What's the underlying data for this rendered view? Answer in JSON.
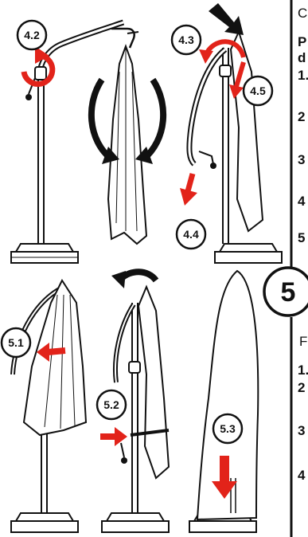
{
  "steps": {
    "s4_2": "4.2",
    "s4_3": "4.3",
    "s4_4": "4.4",
    "s4_5": "4.5",
    "s5_1": "5.1",
    "s5_2": "5.2",
    "s5_3": "5.3"
  },
  "section_number": "5",
  "side_text": {
    "top_fragment": "C",
    "bold_line_1": "P",
    "bold_line_2": "d",
    "items_top": [
      "1.",
      "2",
      "3",
      "4",
      "5"
    ],
    "bottom_fragment": "F",
    "items_bottom": [
      "1.",
      "2",
      "3",
      "4"
    ]
  },
  "colors": {
    "accent_red": "#e2231a",
    "ink": "#111111"
  }
}
